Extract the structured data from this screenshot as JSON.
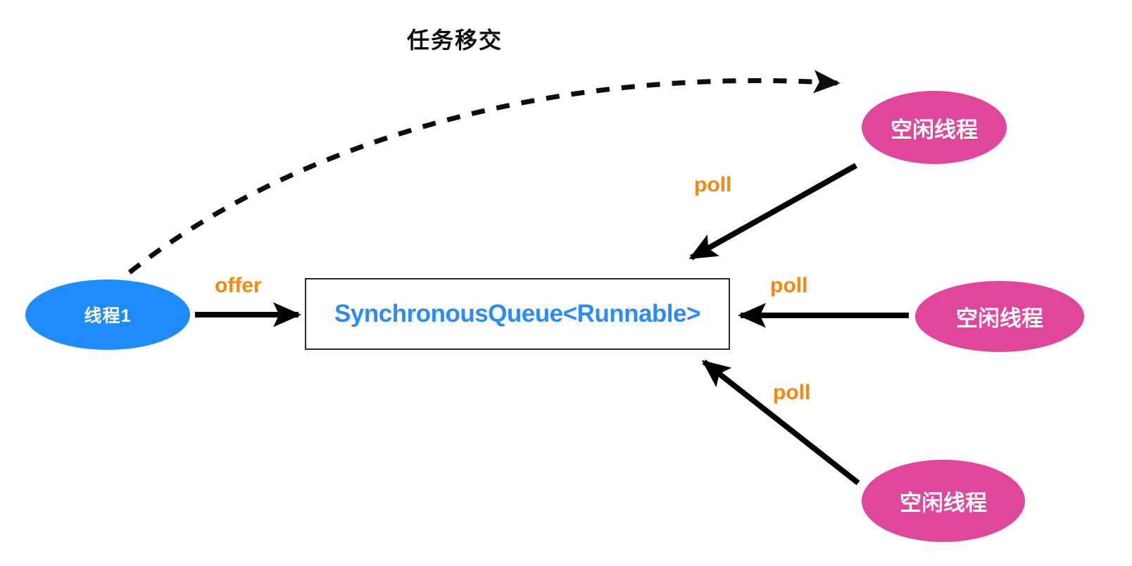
{
  "diagram": {
    "title": "任务移交",
    "background_color": "#ffffff",
    "nodes": [
      {
        "id": "thread1",
        "label": "线程1",
        "shape": "ellipse",
        "fill": "#1e8cfb",
        "text_color": "#ffffff"
      },
      {
        "id": "queue",
        "label": "SynchronousQueue<Runnable>",
        "shape": "rectangle",
        "fill": "#ffffff",
        "border_color": "#2b2b2b",
        "text_color": "#2e8bf5"
      },
      {
        "id": "idle-top",
        "label": "空闲线程",
        "shape": "ellipse",
        "fill": "#e0469b",
        "text_color": "#ffffff"
      },
      {
        "id": "idle-mid",
        "label": "空闲线程",
        "shape": "ellipse",
        "fill": "#e0469b",
        "text_color": "#ffffff"
      },
      {
        "id": "idle-bottom",
        "label": "空闲线程",
        "shape": "ellipse",
        "fill": "#e0469b",
        "text_color": "#ffffff"
      }
    ],
    "edges": [
      {
        "id": "handoff",
        "label": "任务移交",
        "from": "thread1",
        "to": "idle-top",
        "style": "dashed",
        "color": "#0d0d0d"
      },
      {
        "id": "offer",
        "label": "offer",
        "from": "thread1",
        "to": "queue",
        "style": "solid",
        "color": "#000000",
        "label_color": "#f5880f"
      },
      {
        "id": "poll-top",
        "label": "poll",
        "from": "idle-top",
        "to": "queue",
        "style": "solid",
        "color": "#000000",
        "label_color": "#f5880f"
      },
      {
        "id": "poll-mid",
        "label": "poll",
        "from": "idle-mid",
        "to": "queue",
        "style": "solid",
        "color": "#000000",
        "label_color": "#f5880f"
      },
      {
        "id": "poll-bottom",
        "label": "poll",
        "from": "idle-bottom",
        "to": "queue",
        "style": "solid",
        "color": "#000000",
        "label_color": "#f5880f"
      }
    ]
  }
}
